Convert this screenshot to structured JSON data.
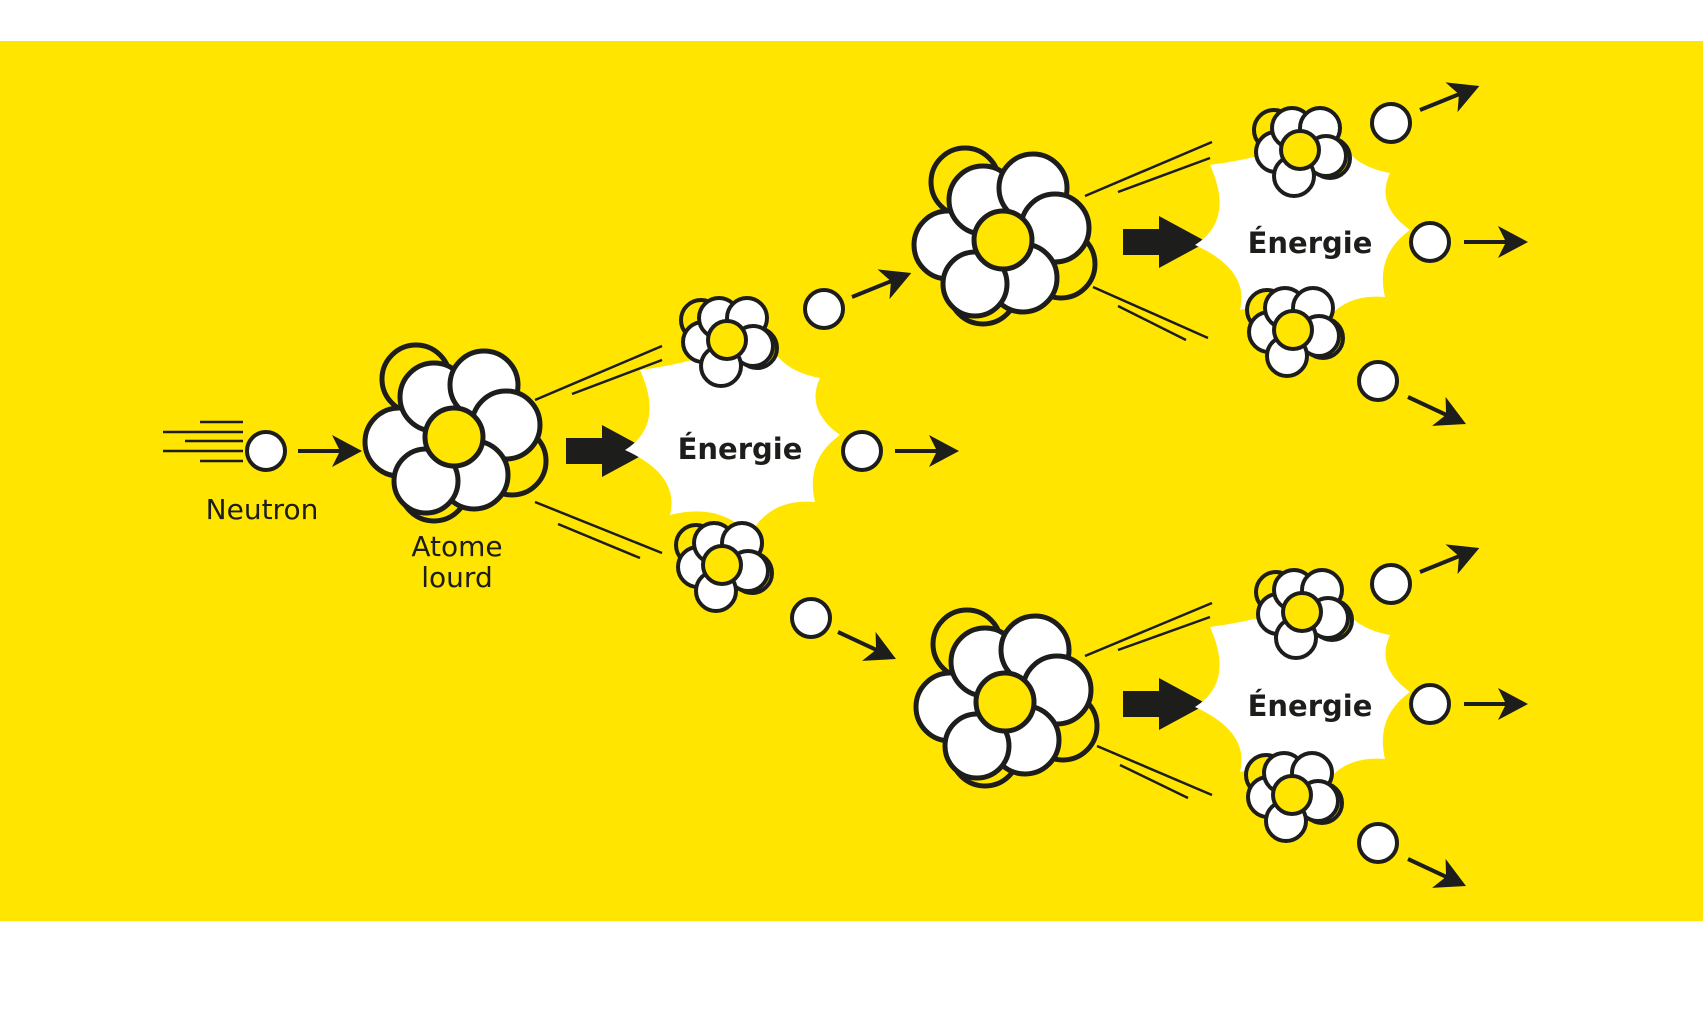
{
  "labels": {
    "neutron": "Neutron",
    "heavy_atom_line1": "Atome",
    "heavy_atom_line2": "lourd",
    "energy": "Énergie"
  },
  "colors": {
    "background": "#FFE500",
    "outline": "#1d1d1b",
    "fill_white": "#ffffff",
    "fill_yellow": "#FFE500"
  }
}
